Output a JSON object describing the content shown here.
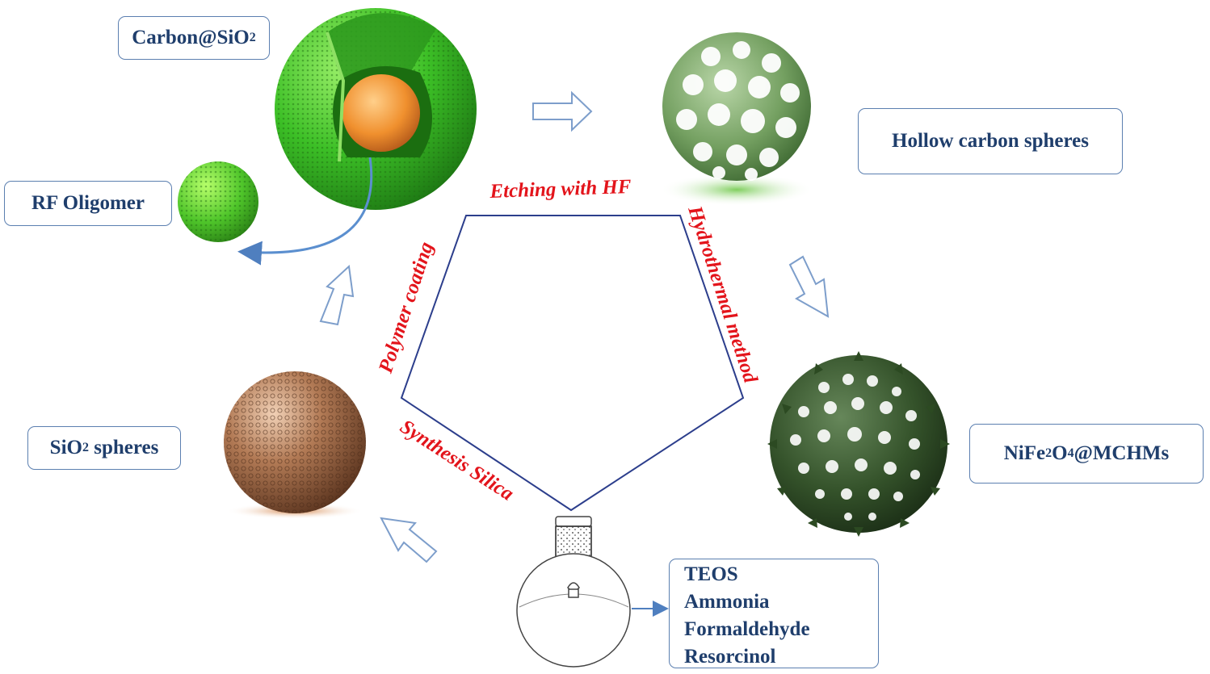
{
  "labels": {
    "carbon_sio2": {
      "main": "Carbon@SiO",
      "sub": "2"
    },
    "rf_oligomer": "RF Oligomer",
    "hollow_carbon": "Hollow carbon spheres",
    "sio2_spheres": {
      "pre": "SiO",
      "sub": "2",
      "post": " spheres"
    },
    "nife2o4": {
      "p1": "NiFe",
      "s1": "2",
      "p2": "O",
      "s2": "4",
      "p3": "@MCHMs"
    }
  },
  "steps": {
    "etching": "Etching with HF",
    "hydrothermal": "Hydrothermal method",
    "synthesis": "Synthesis Silica",
    "polymer": "Polymer coating"
  },
  "reagents": [
    "TEOS",
    "Ammonia",
    "Formaldehyde",
    "Resorcinol"
  ],
  "colors": {
    "box_border": "#5b7fb0",
    "box_text": "#1f3e6c",
    "step_text": "#e3141b",
    "pentagon": "#2c3e8c",
    "green_shell": "#3fbf2a",
    "hollow_green": "#7aa368",
    "spiky_green": "#2d4a23",
    "copper": "#9a6242"
  }
}
